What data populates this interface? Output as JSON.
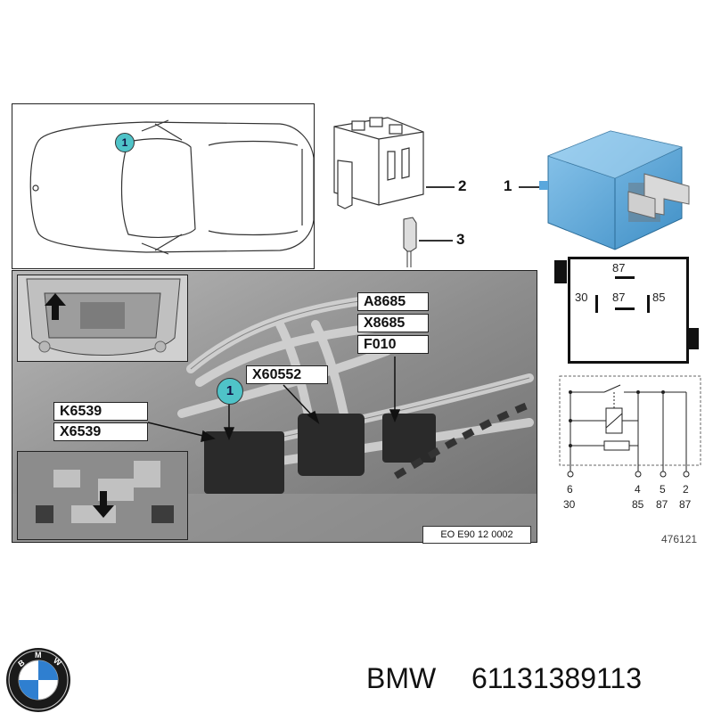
{
  "callouts": {
    "item1": "1",
    "item2": "2",
    "item3": "3",
    "marker": "1"
  },
  "photo": {
    "labels": [
      "A8685",
      "X8685",
      "F010",
      "X60552",
      "K6539",
      "X6539"
    ],
    "caption": "EO E90 12 0002"
  },
  "relay_face": {
    "top": "87",
    "center": "87",
    "left": "30",
    "right": "85"
  },
  "schematic": {
    "pins": [
      "6",
      "4",
      "5",
      "2"
    ],
    "terminals": [
      "30",
      "85",
      "87",
      "87"
    ]
  },
  "figure_number": "476121",
  "footer": {
    "brand": "BMW",
    "part_number": "61131389113"
  },
  "colors": {
    "relay": "#5aa7dc",
    "marker": "#4fc3c8",
    "photo_bg": "#8a8a8a"
  },
  "icons": [
    "bmw-logo-icon",
    "down-arrow-icon",
    "up-arrow-icon"
  ]
}
